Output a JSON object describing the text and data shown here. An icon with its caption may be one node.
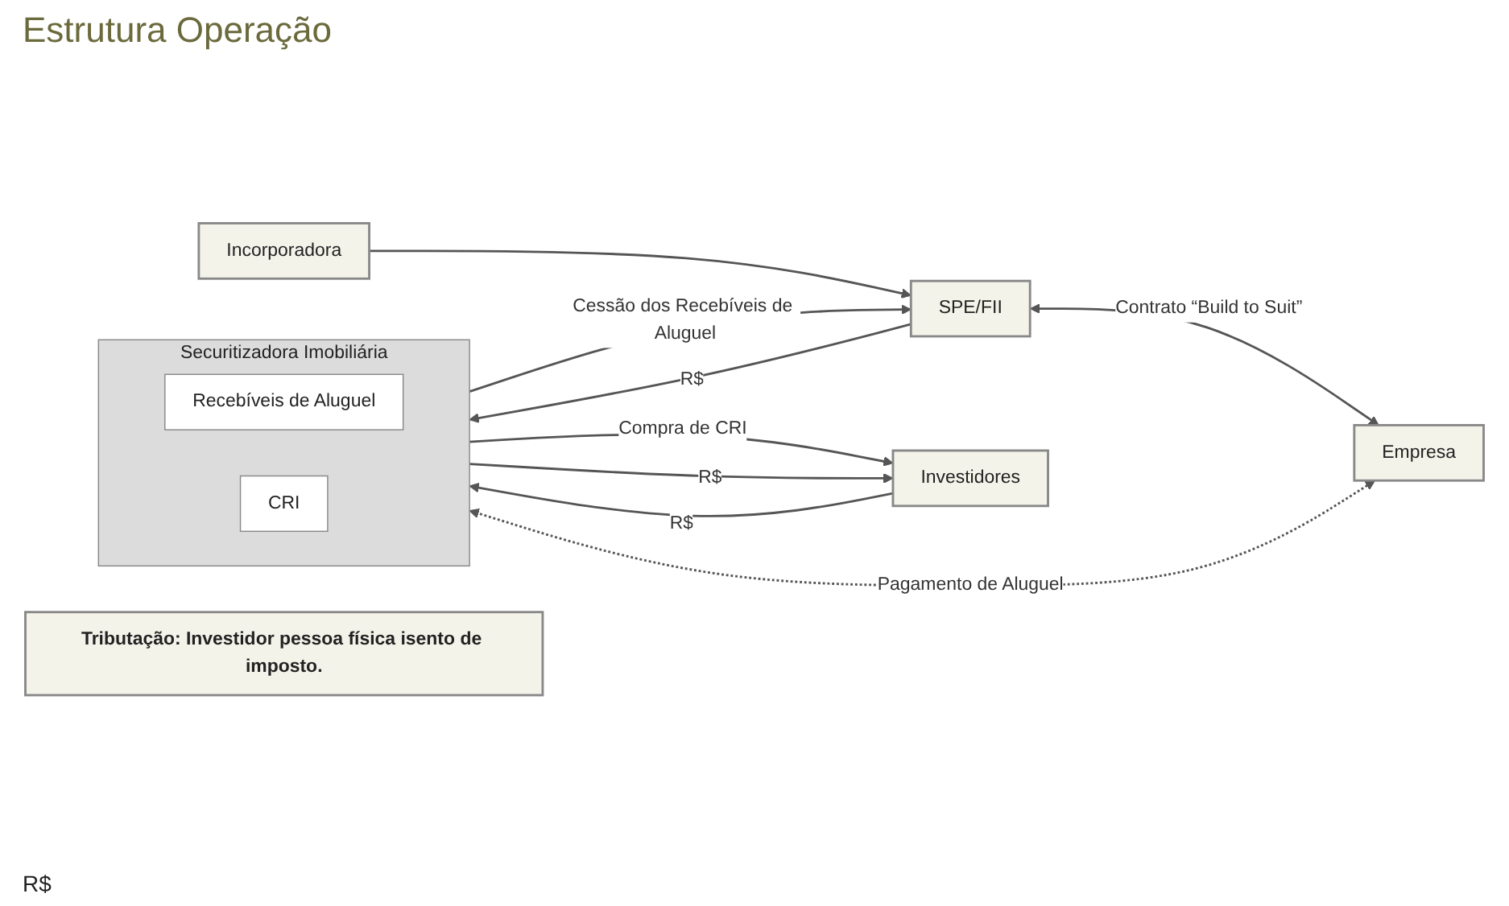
{
  "diagram": {
    "title": "Estrutura Operação",
    "nodes": [
      {
        "text": [
          "Incorporadora"
        ]
      },
      {
        "text": [
          "SPE/FII"
        ]
      },
      {
        "text": [
          "Empresa"
        ]
      },
      {
        "text": [
          "Securitizadora Imobiliária"
        ]
      },
      {
        "text": [
          "Recebíveis de Aluguel"
        ],
        "in": 3
      },
      {
        "text": [
          "CRI"
        ],
        "in": 3
      },
      {
        "text": [
          "Investidores"
        ]
      },
      {
        "text": [
          "Tributação: Investidor pessoa física isento de imposto."
        ]
      }
    ],
    "edges": [
      {
        "from": 0,
        "to": 1,
        "arrow": "to"
      },
      {
        "from": 3,
        "to": 1,
        "arrow": "to",
        "label": "Cessão dos Recebíveis de Aluguel"
      },
      {
        "from": 1,
        "to": 3,
        "arrow": "to",
        "label": "R$"
      },
      {
        "from": 1,
        "to": 2,
        "arrow": "both",
        "label": "Contrato “Build to Suit”"
      },
      {
        "from": 3,
        "to": 6,
        "arrow": "to",
        "label": "Compra de CRI"
      },
      {
        "from": 6,
        "to": 3,
        "arrow": "to",
        "label": "R$"
      },
      {
        "from": 3,
        "to": 6,
        "arrow": "to",
        "label": "R$"
      },
      {
        "from": 2,
        "to": 3,
        "arrow": "both",
        "style": "dashed",
        "label": "Pagamento de Aluguel"
      }
    ],
    "labels": [
      "R$"
    ]
  }
}
